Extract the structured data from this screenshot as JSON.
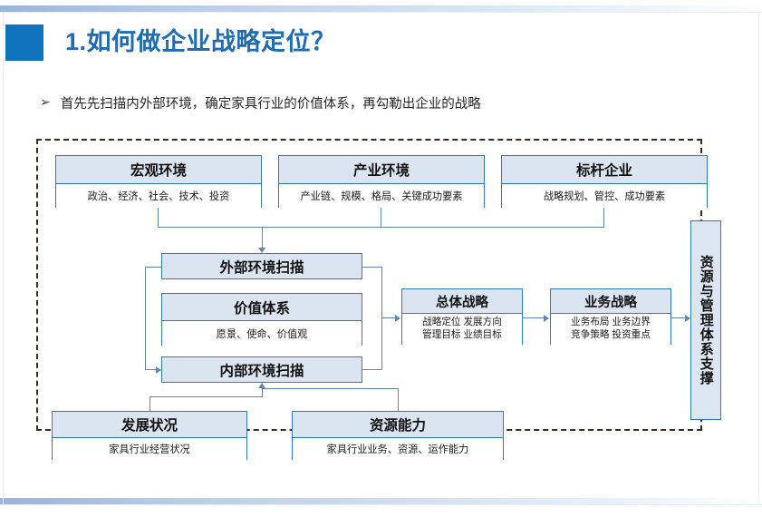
{
  "slide": {
    "title": "1.如何做企业战略定位？",
    "accent_color": "#0f72ba",
    "title_color": "#1f6cb0",
    "bullet_marker": "➢",
    "bullet_text": "首先先扫描内外部环境，确定家具行业的价值体系，再勾勒出企业的战略"
  },
  "diagram": {
    "top_row": [
      {
        "header": "宏观环境",
        "body": "政治、经济、社会、技术、投资"
      },
      {
        "header": "产业环境",
        "body": "产业链、规模、格局、关键成功要素"
      },
      {
        "header": "标杆企业",
        "body": "战略规划、管控、成功要素"
      }
    ],
    "middle_left": [
      {
        "header": "外部环境扫描",
        "body": ""
      },
      {
        "header": "价值体系",
        "body": "愿景、使命、价值观"
      },
      {
        "header": "内部环境扫描",
        "body": ""
      }
    ],
    "strategy": [
      {
        "header": "总体战略",
        "line1": "战略定位  发展方向",
        "line2": "管理目标  业绩目标"
      },
      {
        "header": "业务战略",
        "line1": "业务布局  业务边界",
        "line2": "竞争策略  投资重点"
      }
    ],
    "bottom_row": [
      {
        "header": "发展状况",
        "body": "家具行业经营状况"
      },
      {
        "header": "资源能力",
        "body": "家具行业业务、资源、运作能力"
      }
    ],
    "support_box": {
      "label": "资源与管理体系支撑"
    },
    "box_border_color": "#2c7cb5",
    "box_header_fill": "#dbe5f1",
    "connector_color": "#5e88b8",
    "frame_border_color": "#3a2a21"
  }
}
